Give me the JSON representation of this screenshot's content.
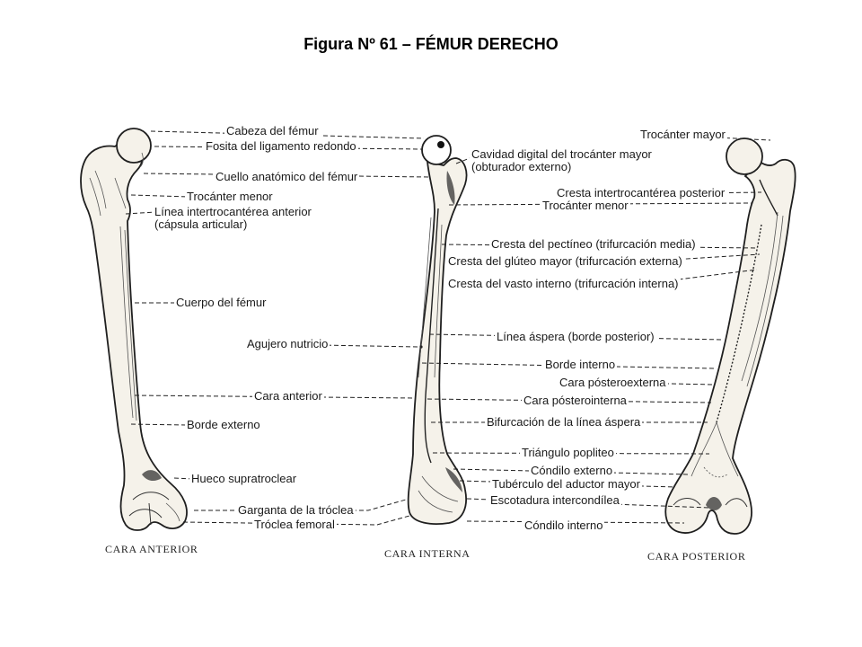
{
  "title": "Figura Nº 61 – FÉMUR DERECHO",
  "colors": {
    "ink": "#1a1a1a",
    "bone": "#f5f2ea",
    "background": "#ffffff"
  },
  "views": {
    "anterior": {
      "caption": "CARA ANTERIOR"
    },
    "interna": {
      "caption": "CARA INTERNA"
    },
    "posterior": {
      "caption": "CARA POSTERIOR"
    }
  },
  "labels": {
    "cabeza_del_femur": "Cabeza del fémur",
    "fosita_ligamento_redondo": "Fosita del ligamento redondo",
    "cuello_anatomico": "Cuello anatómico del fémur",
    "trocanter_menor_anterior": "Trocánter menor",
    "linea_intertrocanterea": "Línea intertrocantérea anterior",
    "capsula_articular": "(cápsula articular)",
    "cuerpo_del_femur": "Cuerpo del fémur",
    "agujero_nutricio": "Agujero nutricio",
    "cara_anterior": "Cara anterior",
    "borde_externo": "Borde externo",
    "hueco_supratroclear": "Hueco supratroclear",
    "garganta_troclea": "Garganta de la tróclea",
    "troclea_femoral": "Tróclea femoral",
    "cavidad_digital": "Cavidad digital del trocánter mayor",
    "obturador_externo": "(obturador externo)",
    "trocanter_mayor": "Trocánter mayor",
    "cresta_intertrocanterea_posterior": "Cresta intertrocantérea posterior",
    "trocanter_menor_interna": "Trocánter menor",
    "cresta_pectineo": "Cresta del pectíneo (trifurcación media)",
    "cresta_gluteo_mayor": "Cresta del glúteo mayor (trifurcación externa)",
    "cresta_vasto_interno": "Cresta del vasto interno (trifurcación interna)",
    "linea_aspera": "Línea áspera (borde posterior)",
    "borde_interno": "Borde interno",
    "cara_posteroexterna": "Cara pósteroexterna",
    "cara_posterointerna": "Cara pósterointerna",
    "bifurcacion_linea_aspera": "Bifurcación de la línea áspera",
    "triangulo_popliteo": "Triángulo popliteo",
    "condilo_externo": "Cóndilo externo",
    "tuberculo_aductor_mayor": "Tubérculo del aductor mayor",
    "escotadura_intercondilea": "Escotadura intercondílea",
    "condilo_interno": "Cóndilo interno"
  }
}
